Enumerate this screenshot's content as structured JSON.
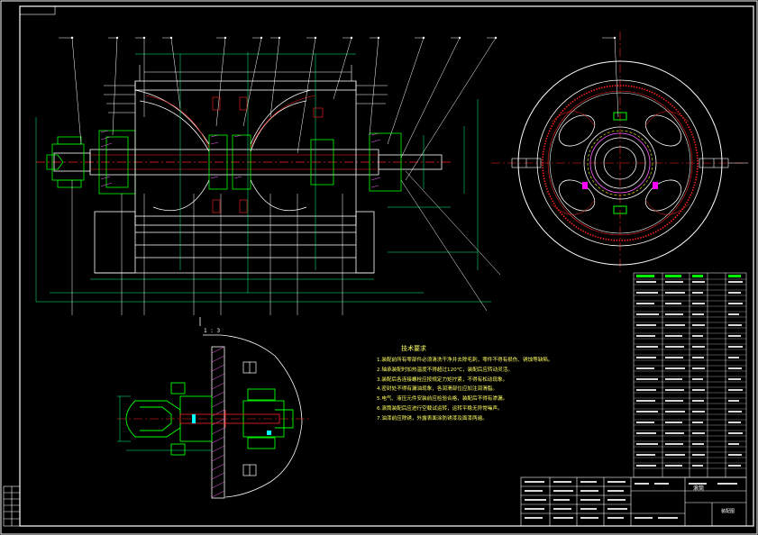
{
  "drawing": {
    "view_scale": "1 : 3",
    "technical_requirements": {
      "title": "技术要求",
      "items": [
        "1.装配前所有零部件必须清洗干净并去除毛刺，零件不得有损伤、锈蚀等缺陷。",
        "2.轴承装配时加热温度不得超过120℃，装配后应转动灵活。",
        "3.装配后各连接螺栓应按规定力矩拧紧，不得有松动现象。",
        "4.密封处不得有漏油现象，各润滑部位应加注润滑脂。",
        "5.电气、液压元件安装前应检验合格，装配后不得有渗漏。",
        "6.滚筒装配后应进行空载试运转，运转平稳无异常噪声。",
        "7.油漆前应除锈，外露表面涂防锈漆及面漆两遍。"
      ]
    },
    "title_block": {
      "drawing_name": "滚筒",
      "company": "装配图"
    }
  },
  "colors": {
    "background": "#000000",
    "frame": "#ffffff",
    "outline": "#ffffff",
    "centerline": "#ff2020",
    "dimension": "#00ff7f",
    "hatch": "#ff60ff",
    "text": "#ffff60",
    "secondary": "#00ffff"
  }
}
